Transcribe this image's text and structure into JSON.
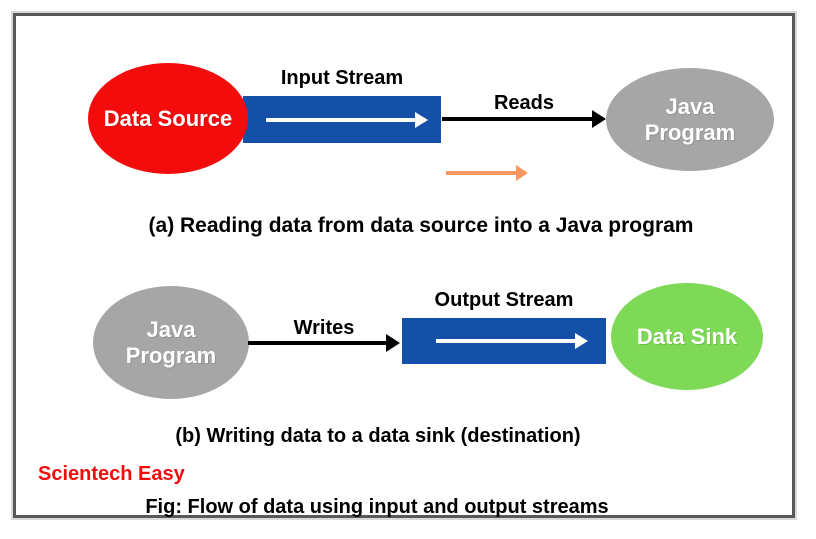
{
  "figure": {
    "section_a": {
      "source": "Data Source",
      "stream": "Input Stream",
      "action": "Reads",
      "target": "Java Program",
      "caption": "(a) Reading data from data source into a Java program"
    },
    "section_b": {
      "source": "Java Program",
      "action": "Writes",
      "stream": "Output Stream",
      "target": "Data Sink",
      "caption": "(b) Writing data to a data sink (destination)"
    },
    "footer": {
      "brand": "Scientech Easy",
      "caption": "Fig: Flow of data using input and output streams"
    }
  },
  "colors": {
    "source_red": "#F40B0B",
    "stream_blue": "#1450A8",
    "program_gray": "#A6A6A6",
    "sink_green": "#7ED957",
    "arrow_orange": "#F79862",
    "arrow_black": "#000000",
    "brand_red": "#F10D0D",
    "frame_dark": "#58585A",
    "frame_light": "#D9D9D9",
    "background": "#FFFFFF"
  }
}
